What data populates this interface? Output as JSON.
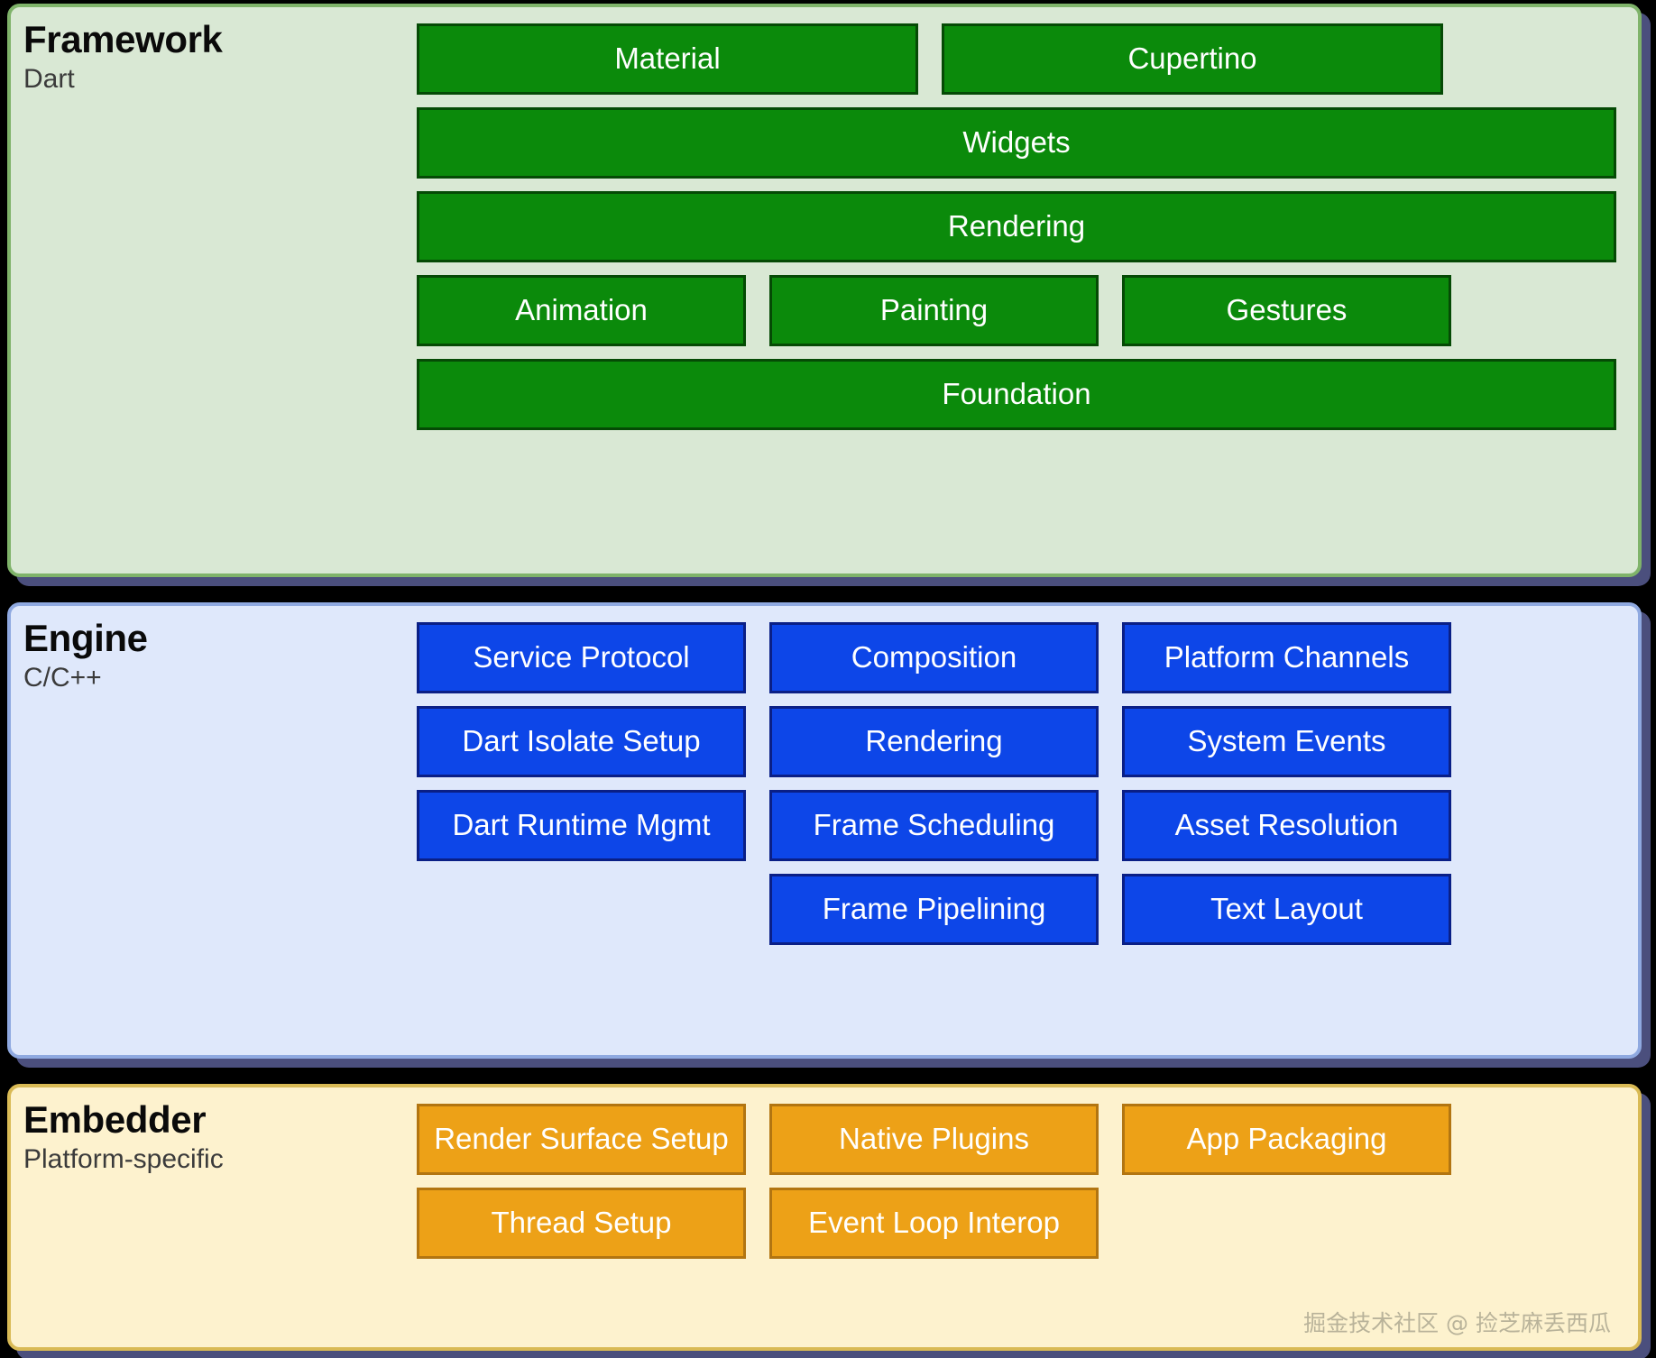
{
  "colors": {
    "framework_bg": "#d9e8d4",
    "framework_box": "#0b8a0b",
    "engine_bg": "#dfe8fb",
    "engine_box": "#0d46e8",
    "embedder_bg": "#fdf2ce",
    "embedder_box": "#eda117",
    "outer_border": "#10106e",
    "page_bg": "#000000"
  },
  "layers": [
    {
      "title": "Framework",
      "subtitle": "Dart",
      "rows": [
        [
          {
            "label": "Material",
            "width": "w-mat"
          },
          {
            "label": "Cupertino",
            "width": "w-cup"
          }
        ],
        [
          {
            "label": "Widgets",
            "width": "w-full"
          }
        ],
        [
          {
            "label": "Rendering",
            "width": "w-full"
          }
        ],
        [
          {
            "label": "Animation",
            "width": "w-anim"
          },
          {
            "label": "Painting",
            "width": "w-third"
          },
          {
            "label": "Gestures",
            "width": "w-third"
          }
        ],
        [
          {
            "label": "Foundation",
            "width": "w-full"
          }
        ]
      ]
    },
    {
      "title": "Engine",
      "subtitle": "C/C++",
      "rows": [
        [
          {
            "label": "Service Protocol",
            "width": "w-third"
          },
          {
            "label": "Composition",
            "width": "w-third"
          },
          {
            "label": "Platform Channels",
            "width": "w-third"
          }
        ],
        [
          {
            "label": "Dart Isolate Setup",
            "width": "w-third"
          },
          {
            "label": "Rendering",
            "width": "w-third"
          },
          {
            "label": "System Events",
            "width": "w-third"
          }
        ],
        [
          {
            "label": "Dart Runtime Mgmt",
            "width": "w-third"
          },
          {
            "label": "Frame Scheduling",
            "width": "w-third"
          },
          {
            "label": "Asset Resolution",
            "width": "w-third"
          }
        ],
        [
          {
            "label": "",
            "width": "w-pad",
            "empty": true
          },
          {
            "label": "Frame Pipelining",
            "width": "w-third"
          },
          {
            "label": "Text Layout",
            "width": "w-third"
          }
        ]
      ]
    },
    {
      "title": "Embedder",
      "subtitle": "Platform-specific",
      "rows": [
        [
          {
            "label": "Render Surface Setup",
            "width": "w-third"
          },
          {
            "label": "Native Plugins",
            "width": "w-third"
          },
          {
            "label": "App Packaging",
            "width": "w-third"
          }
        ],
        [
          {
            "label": "Thread Setup",
            "width": "w-third"
          },
          {
            "label": "Event Loop Interop",
            "width": "w-third"
          }
        ]
      ]
    }
  ],
  "watermark": "掘金技术社区 @ 捡芝麻丢西瓜"
}
